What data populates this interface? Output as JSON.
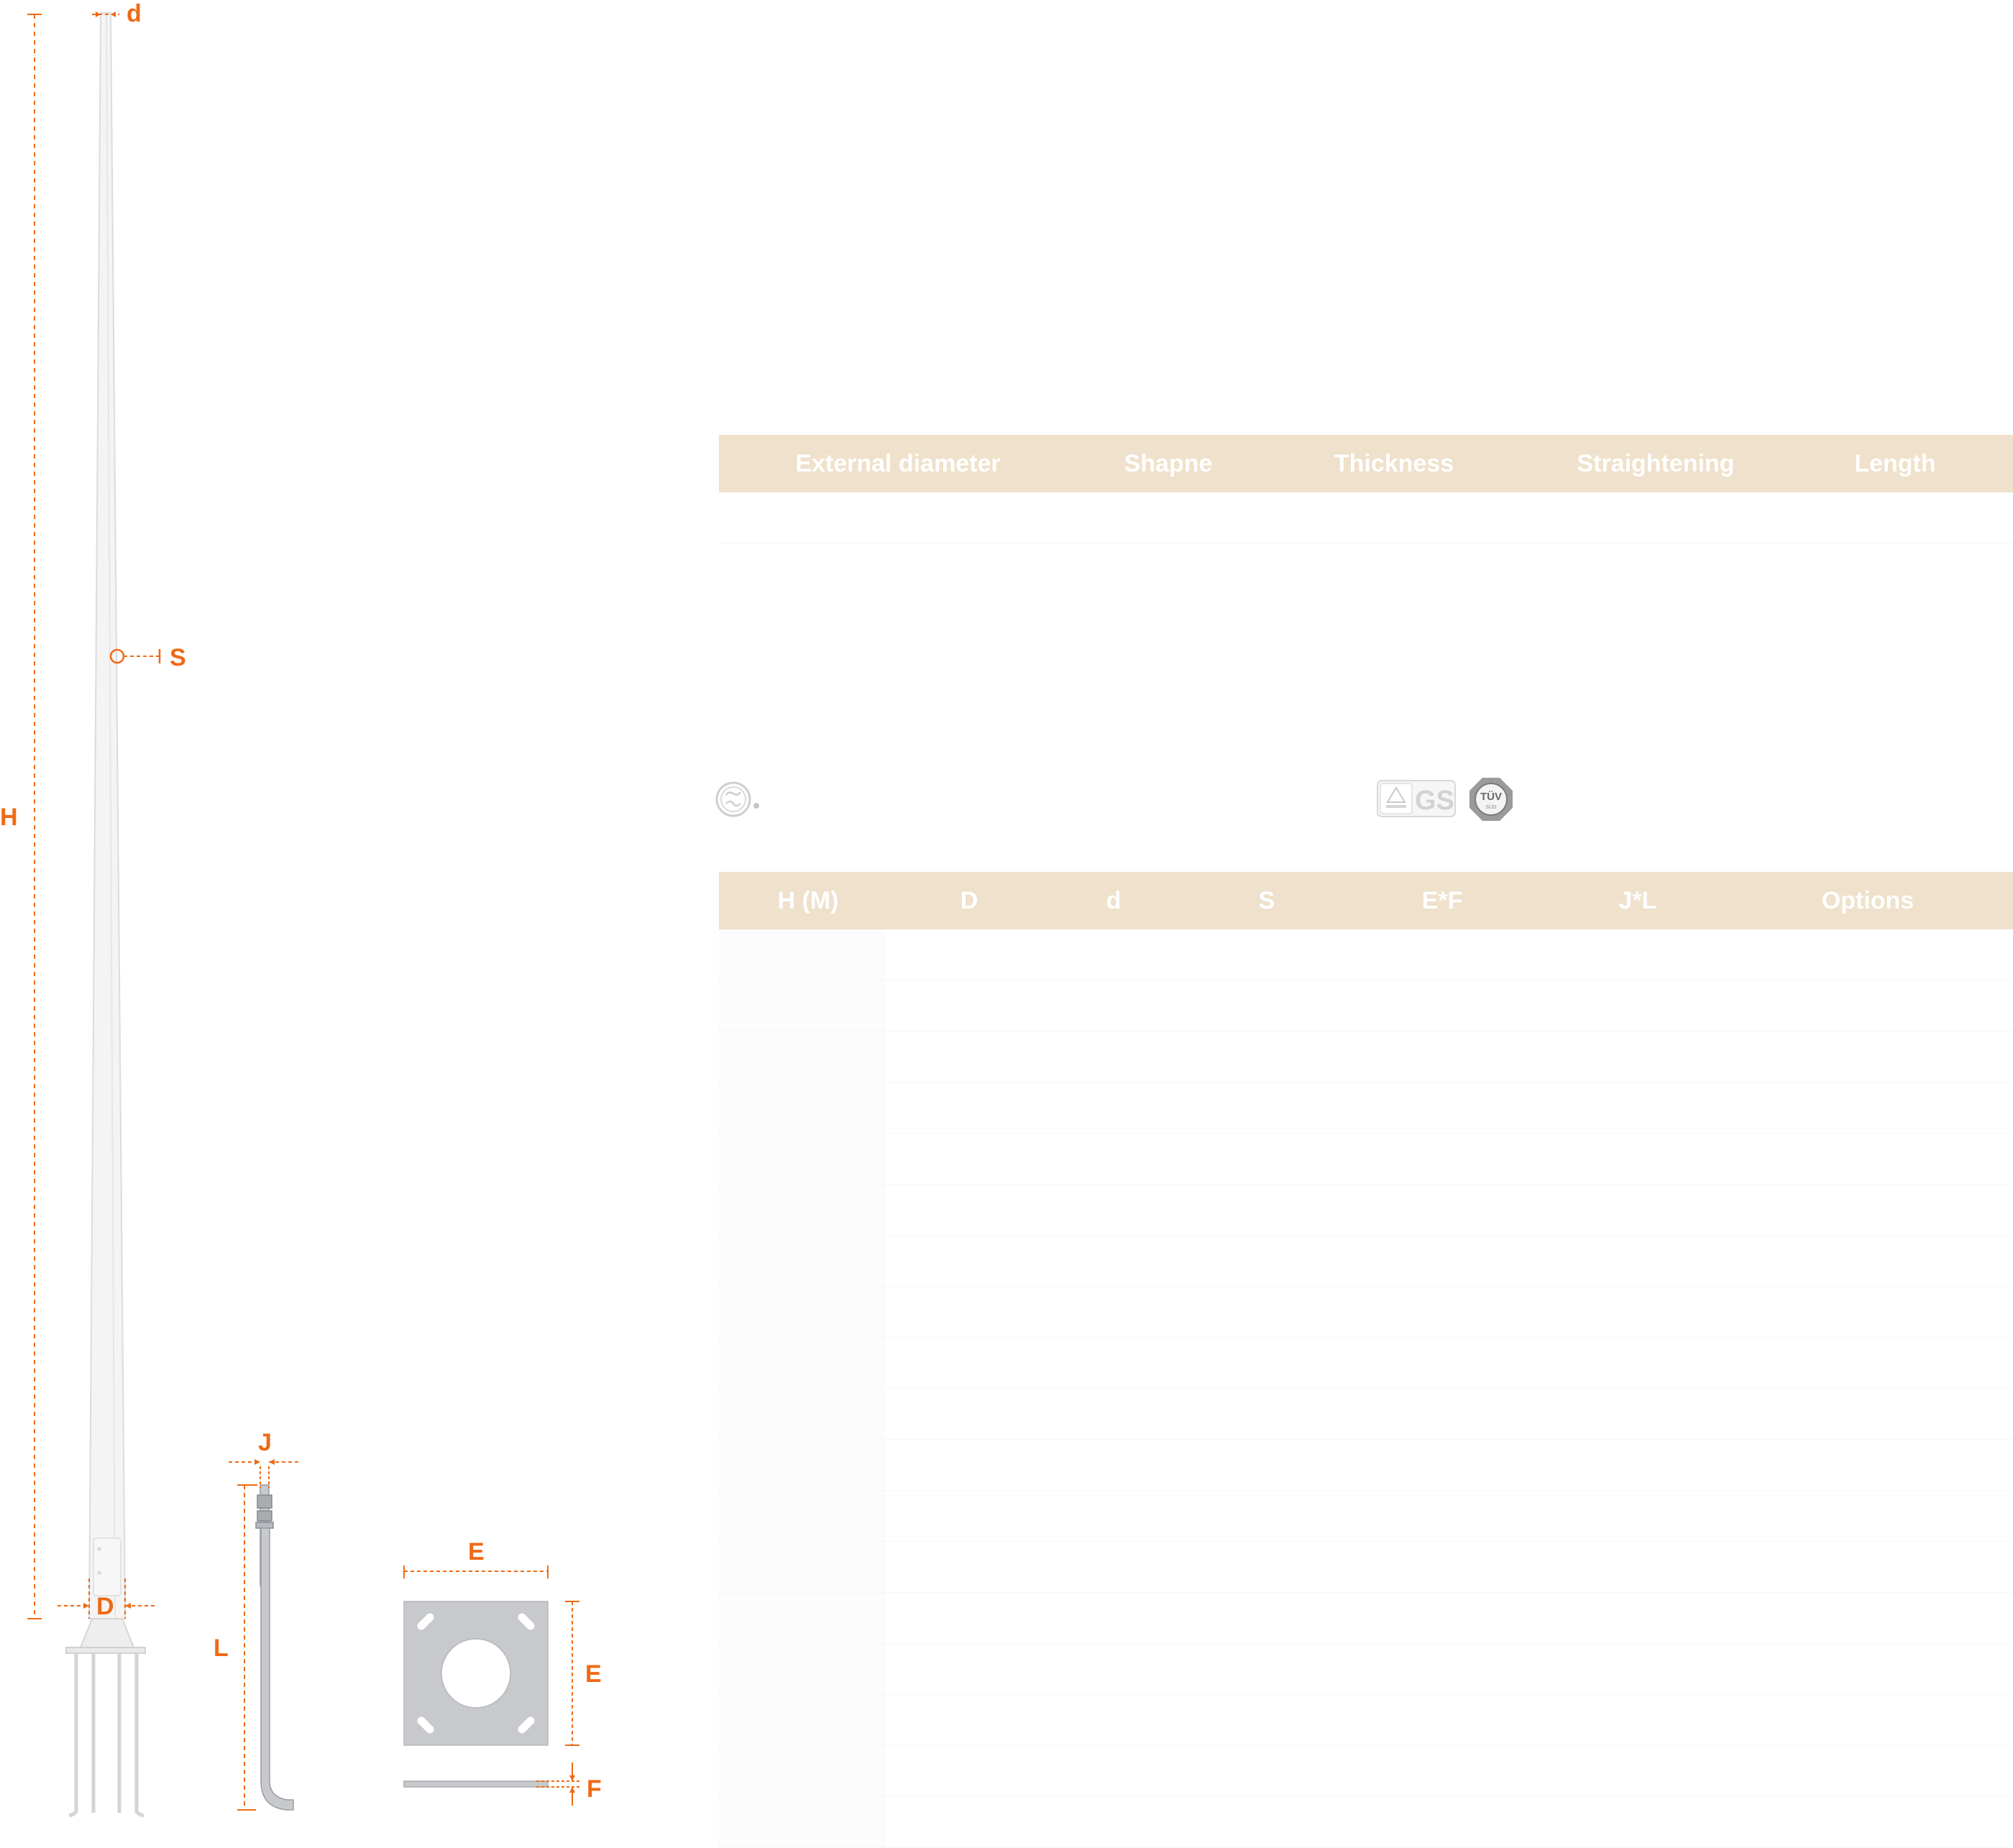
{
  "dimension_labels": {
    "top_diameter": "d",
    "wall_thickness": "S",
    "height": "H",
    "base_diameter": "D",
    "bolt_diameter": "J",
    "bolt_length": "L",
    "plate_width": "E",
    "plate_height": "E",
    "plate_thickness": "F"
  },
  "spec_table": {
    "headers": [
      "External diameter",
      "Shapne",
      "Thickness",
      "Straightening",
      "Length"
    ],
    "row_count": 1
  },
  "certifications": {
    "left": [
      "csa-mark-icon"
    ],
    "right": [
      "gs-mark-icon",
      "tuv-mark-icon"
    ],
    "gs_text": "GS",
    "tuv_text": "TÜV",
    "tuv_subtext": "SÜD"
  },
  "size_table": {
    "headers": [
      "H (M)",
      "D",
      "d",
      "S",
      "E*F",
      "J*L",
      "Options"
    ],
    "row_count": 18
  },
  "colors": {
    "accent": "#ef6a14",
    "table_header": "#efe1cb",
    "pole": "#f3f3f3",
    "steel": "#c7c9cc"
  }
}
